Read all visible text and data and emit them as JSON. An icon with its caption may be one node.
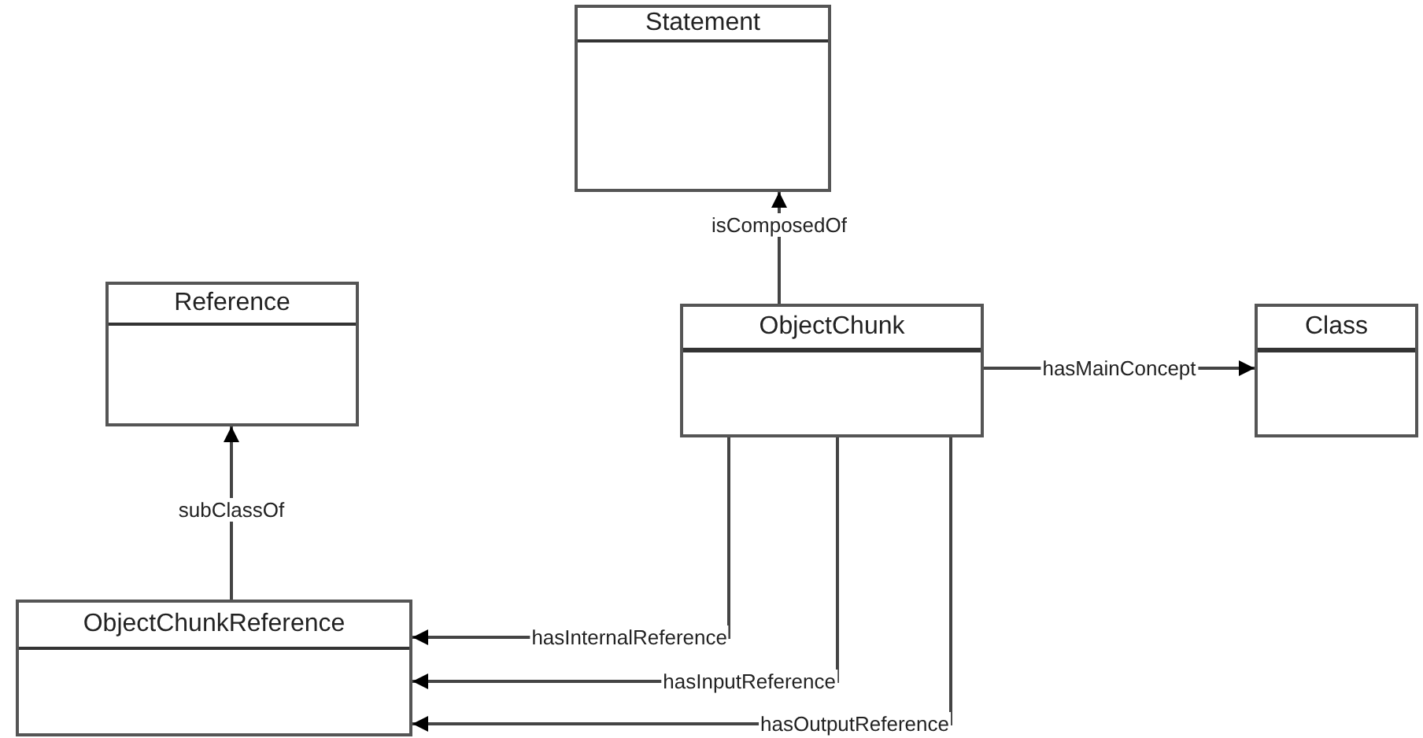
{
  "diagram": {
    "nodes": [
      {
        "text": [
          "Statement"
        ]
      },
      {
        "text": [
          "Reference"
        ]
      },
      {
        "text": [
          "ObjectChunk"
        ]
      },
      {
        "text": [
          "Class"
        ]
      },
      {
        "text": [
          "ObjectChunkReference"
        ]
      }
    ],
    "edges": [
      {
        "from": 2,
        "to": 0,
        "arrow": "to",
        "label": "isComposedOf"
      },
      {
        "from": 2,
        "to": 3,
        "arrow": "to",
        "label": "hasMainConcept"
      },
      {
        "from": 4,
        "to": 1,
        "arrow": "to",
        "label": "subClassOf"
      },
      {
        "from": 2,
        "to": 4,
        "arrow": "to",
        "label": "hasInternalReference"
      },
      {
        "from": 2,
        "to": 4,
        "arrow": "to",
        "label": "hasInputReference"
      },
      {
        "from": 2,
        "to": 4,
        "arrow": "to",
        "label": "hasOutputReference"
      }
    ]
  }
}
